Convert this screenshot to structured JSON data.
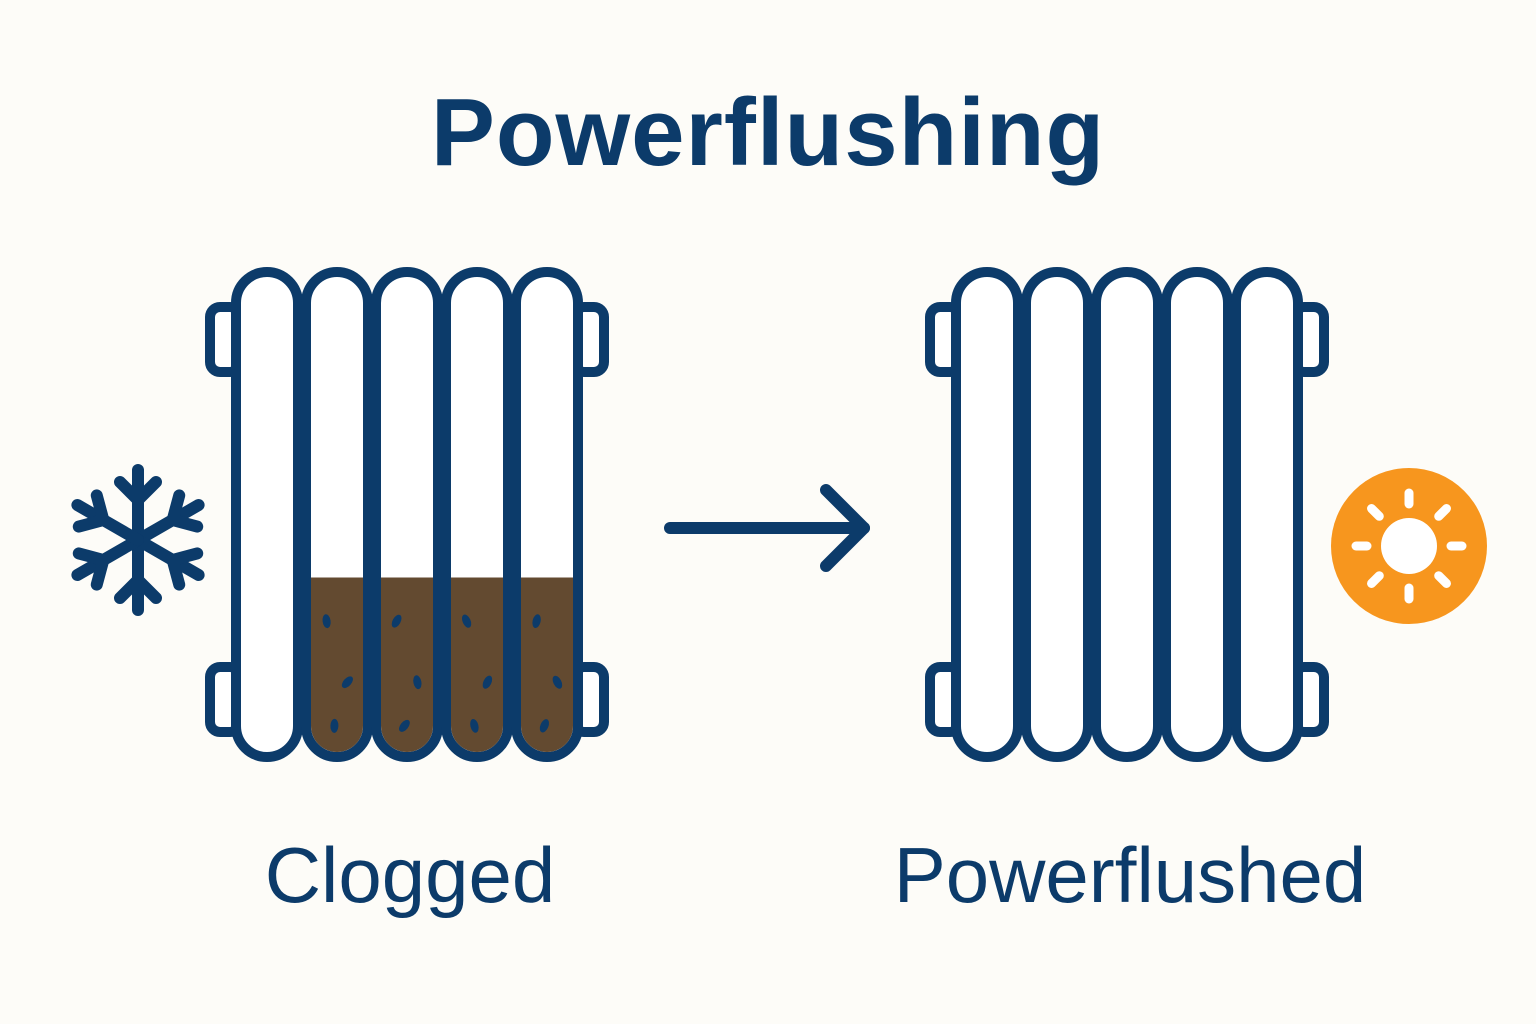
{
  "title": "Powerflushing",
  "states": [
    {
      "label": "Clogged",
      "icon": "snowflake-icon",
      "condition": "sludge-filled",
      "sludge_level": 0.37
    },
    {
      "label": "Powerflushed",
      "icon": "sun-icon",
      "condition": "clean"
    }
  ],
  "transition": "arrow-right-icon",
  "colors": {
    "primary": "#0c3b6a",
    "background": "#fdfcf8",
    "sludge": "#634a30",
    "sun": "#f7961e",
    "fill": "#ffffff"
  }
}
